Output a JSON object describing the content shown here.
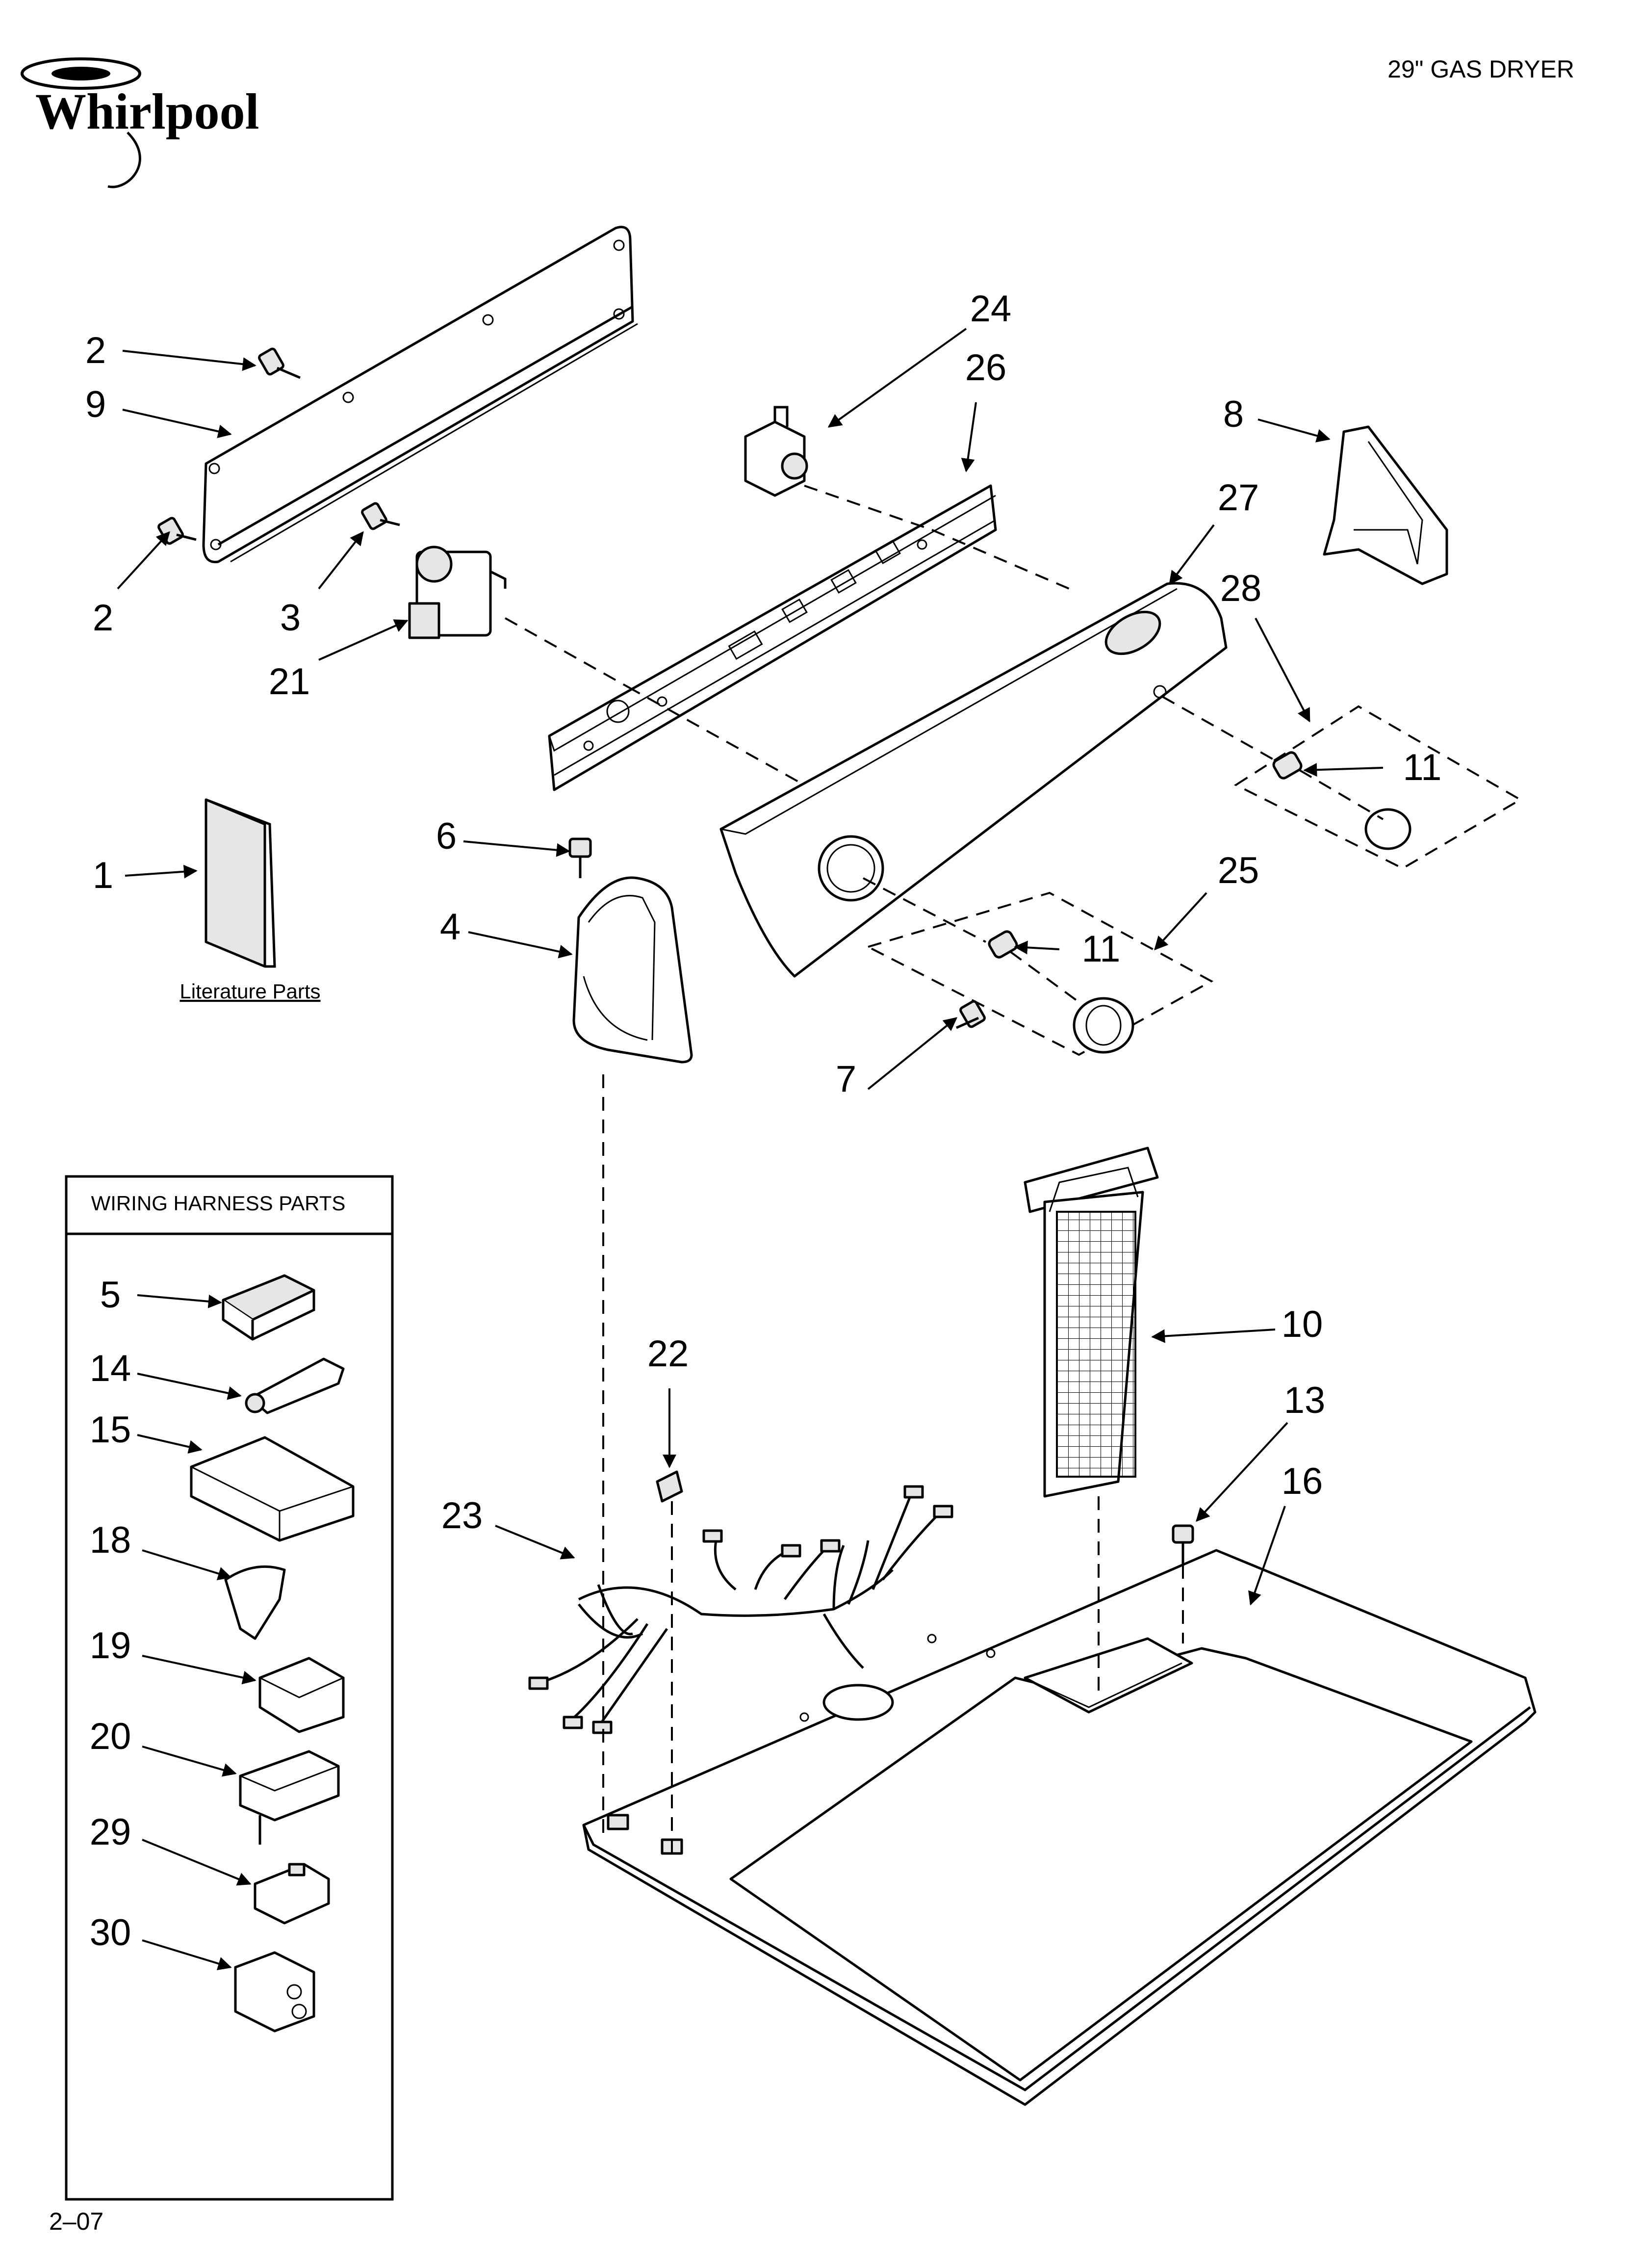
{
  "header": {
    "brand": "Whirlpool",
    "model_title": "29\" GAS DRYER"
  },
  "footer": {
    "page_code": "2–07"
  },
  "labels": {
    "literature_parts": "Literature Parts",
    "wiring_harness_title": "WIRING HARNESS PARTS"
  },
  "callouts": {
    "c1": "1",
    "c2a": "2",
    "c2b": "2",
    "c3": "3",
    "c4": "4",
    "c5": "5",
    "c6": "6",
    "c7": "7",
    "c8": "8",
    "c9": "9",
    "c10": "10",
    "c11a": "11",
    "c11b": "11",
    "c13": "13",
    "c14": "14",
    "c15": "15",
    "c16": "16",
    "c18": "18",
    "c19": "19",
    "c20": "20",
    "c21": "21",
    "c22": "22",
    "c23": "23",
    "c24": "24",
    "c25": "25",
    "c26": "26",
    "c27": "27",
    "c28": "28",
    "c29": "29",
    "c30": "30"
  }
}
